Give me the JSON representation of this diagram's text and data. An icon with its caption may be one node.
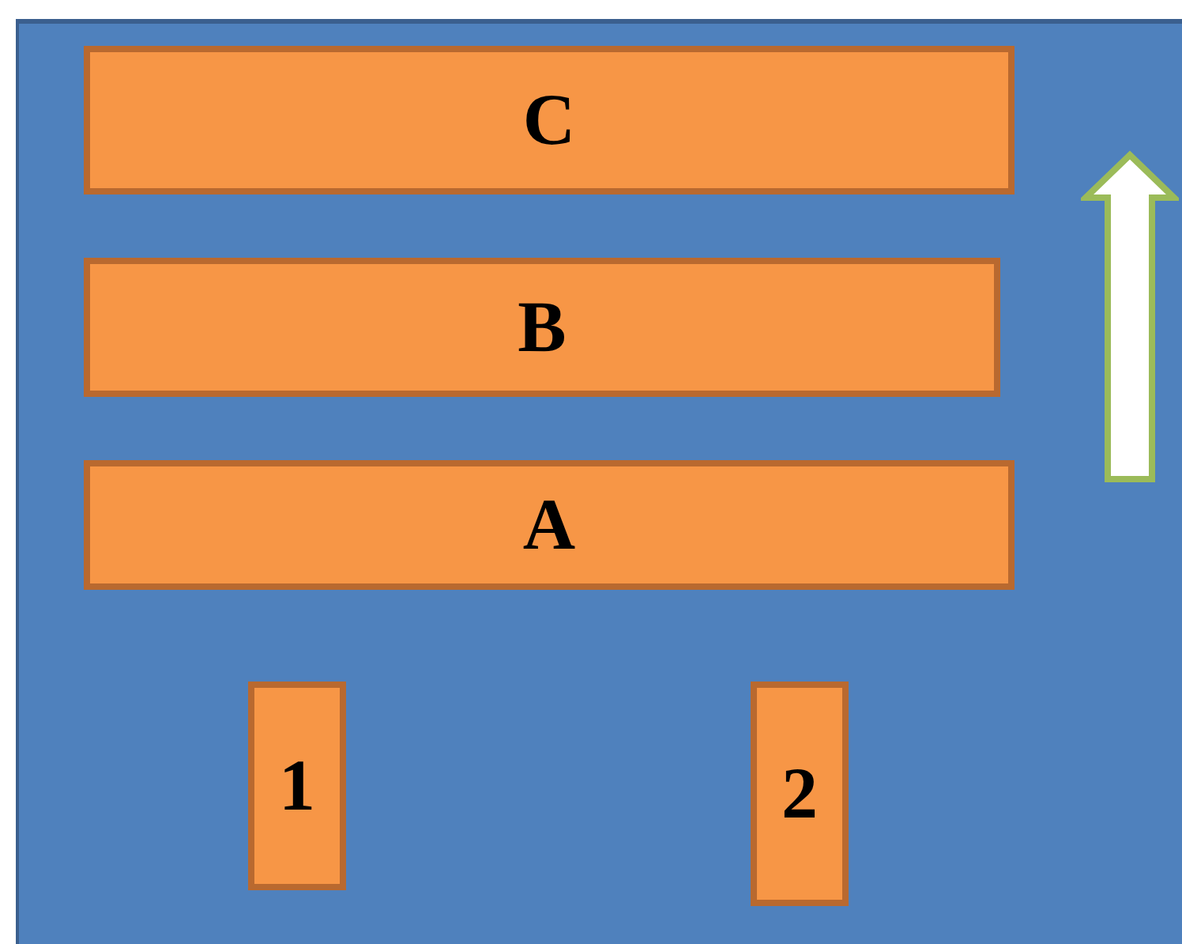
{
  "diagram": {
    "nodes": [
      {
        "text": [
          "C"
        ]
      },
      {
        "text": [
          "B"
        ]
      },
      {
        "text": [
          "A"
        ]
      },
      {
        "text": [
          "1"
        ]
      },
      {
        "text": [
          "2"
        ]
      }
    ]
  }
}
